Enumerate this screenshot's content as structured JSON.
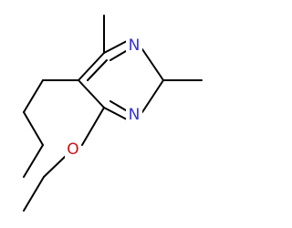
{
  "molecule": {
    "atoms": [
      {
        "id": "n1",
        "label": "N",
        "color": "#3333cc"
      },
      {
        "id": "n3",
        "label": "N",
        "color": "#3333cc"
      },
      {
        "id": "o1",
        "label": "O",
        "color": "#cc1111"
      }
    ],
    "bond_color": "#000000"
  }
}
